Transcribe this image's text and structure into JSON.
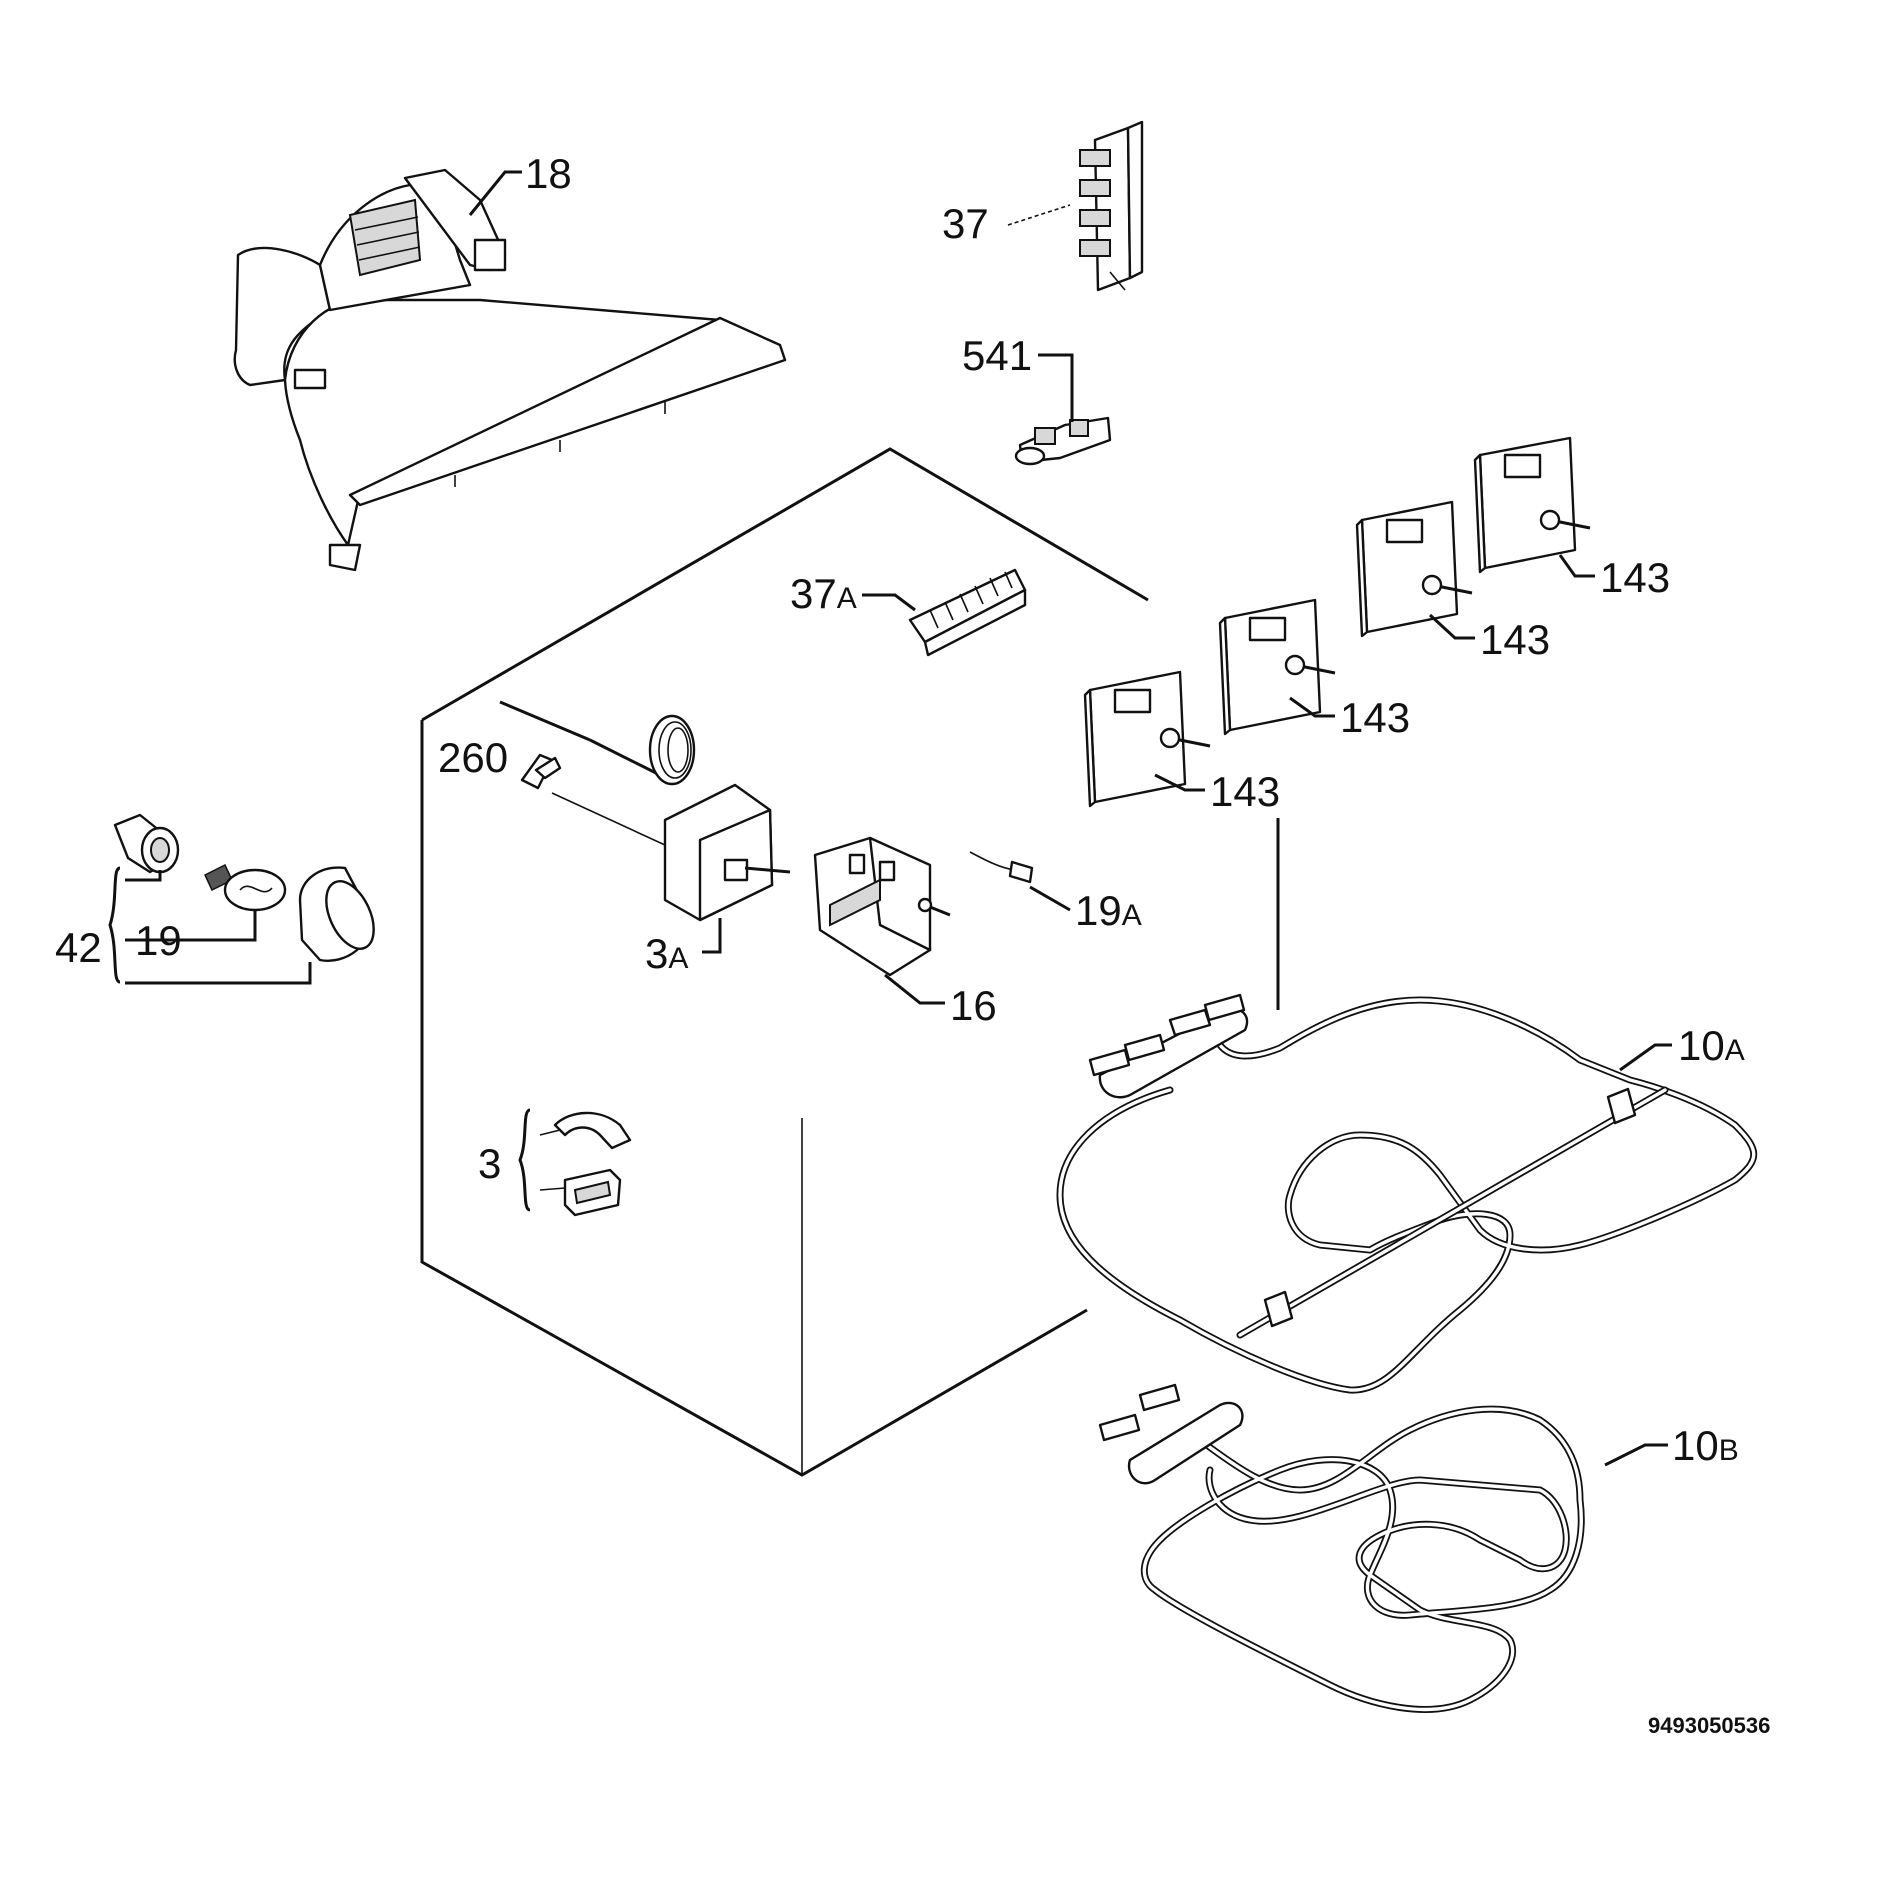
{
  "diagram": {
    "document_number": "9493050536",
    "labels": {
      "p18": "18",
      "p37": "37",
      "p541": "541",
      "p37a_num": "37",
      "p37a_suffix": "A",
      "p143_1": "143",
      "p143_2": "143",
      "p143_3": "143",
      "p143_4": "143",
      "p260": "260",
      "p3a_num": "3",
      "p3a_suffix": "A",
      "p16": "16",
      "p19a_num": "19",
      "p19a_suffix": "A",
      "p42": "42",
      "p19": "19",
      "p3": "3",
      "p10a_num": "10",
      "p10a_suffix": "A",
      "p10b_num": "10",
      "p10b_suffix": "B"
    }
  }
}
